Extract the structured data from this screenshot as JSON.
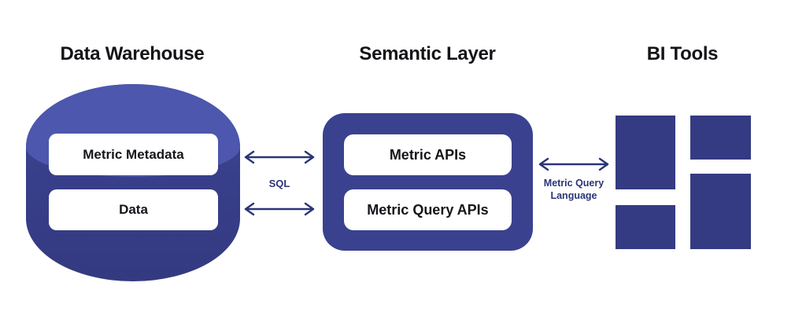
{
  "colors": {
    "cylinder_top": "#4C57AD",
    "cylinder_body": "#3D4393",
    "cylinder_body_dark": "#333A80",
    "semantic_container": "#3A418F",
    "bi_tile": "#343B82",
    "arrow": "#2B3478",
    "label_text": "#15151A",
    "pill_background": "#FFFFFF"
  },
  "sections": {
    "warehouse": {
      "title": "Data Warehouse",
      "items": [
        {
          "label": "Metric Metadata"
        },
        {
          "label": "Data"
        }
      ]
    },
    "semantic": {
      "title": "Semantic Layer",
      "items": [
        {
          "label": "Metric APIs"
        },
        {
          "label": "Metric Query APIs"
        }
      ]
    },
    "bi": {
      "title": "BI Tools"
    }
  },
  "connections": {
    "sql": {
      "label": "SQL",
      "direction": "bidirectional"
    },
    "mql": {
      "label_line1": "Metric Query",
      "label_line2": "Language",
      "direction": "bidirectional"
    }
  }
}
